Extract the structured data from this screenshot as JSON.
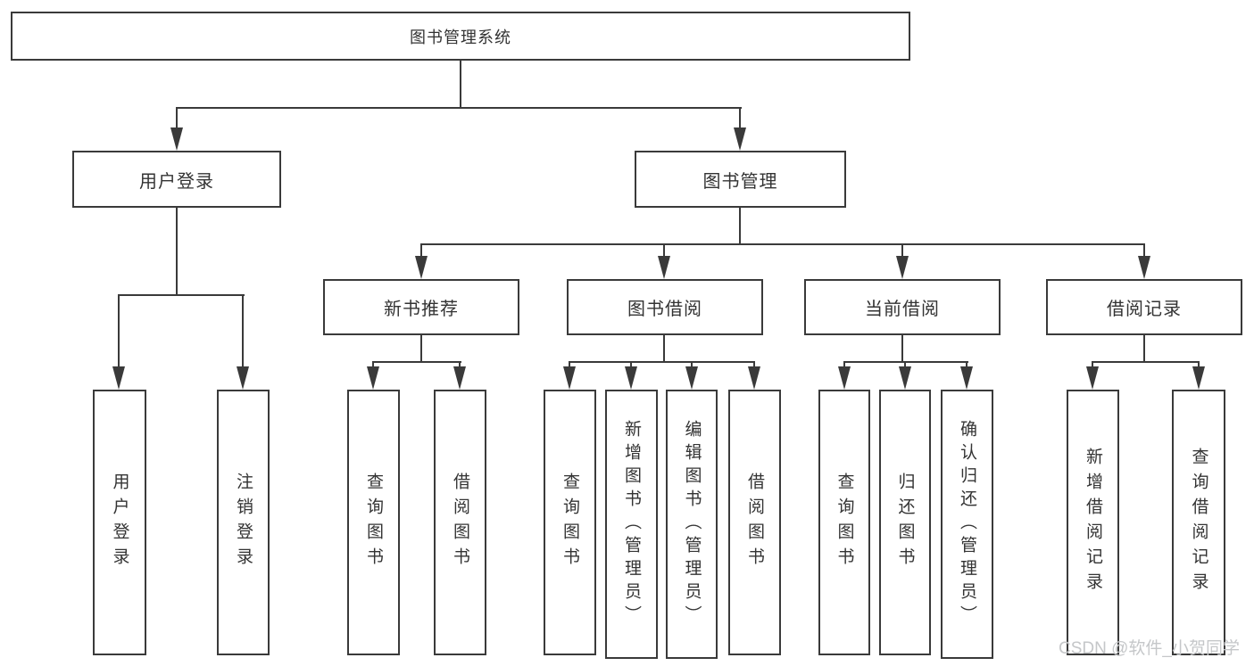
{
  "diagram": {
    "type": "hierarchy-tree",
    "colors": {
      "line": "#3a3a3a",
      "border": "#3a3a3a",
      "text": "#333333",
      "background": "#ffffff",
      "watermark": "#c5c7c9"
    },
    "watermark": "CSDN @软件_小贺同学",
    "tree": {
      "label": "图书管理系统",
      "children": [
        {
          "label": "用户登录",
          "children": [
            {
              "label": "用户登录"
            },
            {
              "label": "注销登录"
            }
          ]
        },
        {
          "label": "图书管理",
          "children": [
            {
              "label": "新书推荐",
              "children": [
                {
                  "label": "查询图书"
                },
                {
                  "label": "借阅图书"
                }
              ]
            },
            {
              "label": "图书借阅",
              "children": [
                {
                  "label": "查询图书"
                },
                {
                  "label": "新增图书（管理员）"
                },
                {
                  "label": "编辑图书（管理员）"
                },
                {
                  "label": "借阅图书"
                }
              ]
            },
            {
              "label": "当前借阅",
              "children": [
                {
                  "label": "查询图书"
                },
                {
                  "label": "归还图书"
                },
                {
                  "label": "确认归还（管理员）"
                }
              ]
            },
            {
              "label": "借阅记录",
              "children": [
                {
                  "label": "新增借阅记录"
                },
                {
                  "label": "查询借阅记录"
                }
              ]
            }
          ]
        }
      ]
    }
  }
}
